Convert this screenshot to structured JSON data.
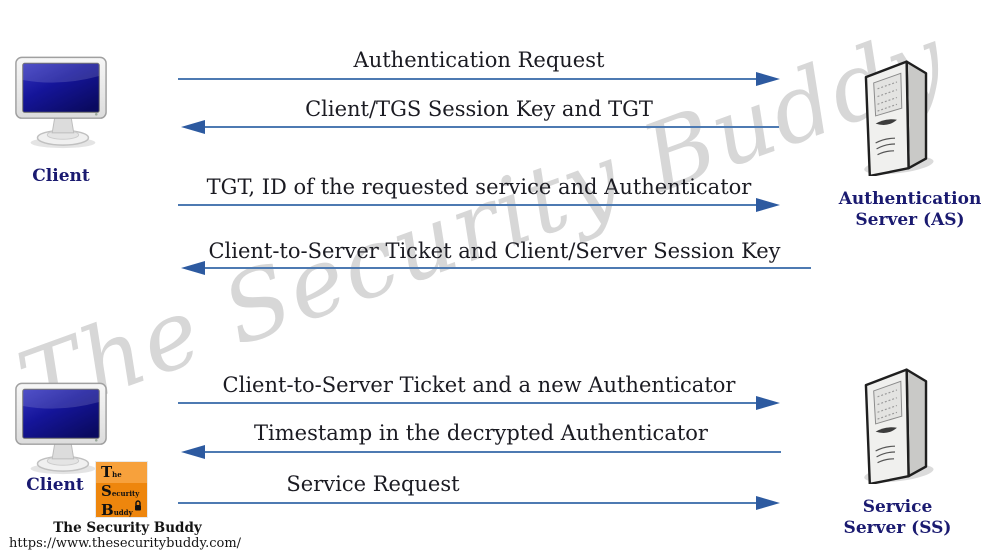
{
  "watermark": {
    "text": "The Security Buddy"
  },
  "entities": {
    "client_top": {
      "label": "Client"
    },
    "client_bottom": {
      "label": "Client"
    },
    "auth_server": {
      "line1": "Authentication",
      "line2": "Server (AS)"
    },
    "service_server": {
      "line1": "Service",
      "line2": "Server (SS)"
    }
  },
  "messages": [
    {
      "label": "Authentication Request",
      "direction": "right",
      "from": "Client",
      "to": "Authentication Server (AS)"
    },
    {
      "label": "Client/TGS Session Key and TGT",
      "direction": "left",
      "from": "Authentication Server (AS)",
      "to": "Client"
    },
    {
      "label": "TGT, ID of the requested service and Authenticator",
      "direction": "right",
      "from": "Client",
      "to": "Authentication Server (AS)"
    },
    {
      "label": "Client-to-Server Ticket and Client/Server Session Key",
      "direction": "left",
      "from": "Authentication Server (AS)",
      "to": "Client"
    },
    {
      "label": "Client-to-Server Ticket and a new Authenticator",
      "direction": "right",
      "from": "Client",
      "to": "Service Server (SS)"
    },
    {
      "label": "Timestamp in the decrypted Authenticator",
      "direction": "left",
      "from": "Service Server (SS)",
      "to": "Client"
    },
    {
      "label": "Service Request",
      "direction": "right",
      "from": "Client",
      "to": "Service Server (SS)"
    }
  ],
  "branding": {
    "logo_lines": [
      "The",
      "Security",
      "Buddy"
    ],
    "name": "The Security Buddy",
    "url": "https://www.thesecuritybuddy.com/"
  },
  "colors": {
    "arrow_line": "#4d7ab2",
    "arrow_head": "#2d5aa0",
    "entity_label": "#1a1a70",
    "message_text": "#1b1b22",
    "watermark": "#d7d7d7",
    "logo_top": "#f7a13c",
    "logo_bottom": "#ee860d",
    "screen_blue": "#15159a"
  }
}
